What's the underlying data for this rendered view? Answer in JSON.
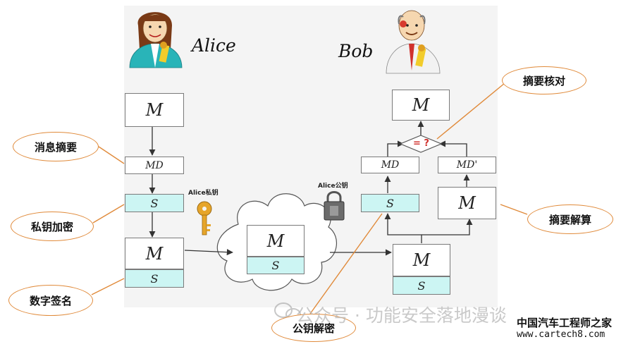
{
  "names": {
    "alice": "Alice",
    "bob": "Bob"
  },
  "alice_column": {
    "m": "M",
    "md": "MD",
    "s": "S",
    "bundle_m": "M",
    "bundle_s": "S"
  },
  "cloud": {
    "m": "M",
    "s": "S"
  },
  "bob_column": {
    "result_m": "M",
    "compare": "= ?",
    "md_left": "MD",
    "md_right": "MD'",
    "s": "S",
    "m": "M",
    "bundle_m": "M",
    "bundle_s": "S"
  },
  "keys": {
    "private": "Alice私钥",
    "public": "Alice公钥"
  },
  "callouts": {
    "digest": "消息摘要",
    "private_encrypt": "私钥加密",
    "signature": "数字签名",
    "public_decrypt": "公钥解密",
    "check": "摘要核对",
    "compute": "摘要解算"
  },
  "watermark": {
    "text": "公众号 · 功能安全落地漫谈"
  },
  "footer": {
    "brand": "中国汽车工程师之家",
    "url": "www.cartech8.com"
  },
  "colors": {
    "callout_border": "#e08a3a",
    "signed_box": "#ccf5f3",
    "compare_text": "#d0312d",
    "key": "#e6a52a"
  }
}
